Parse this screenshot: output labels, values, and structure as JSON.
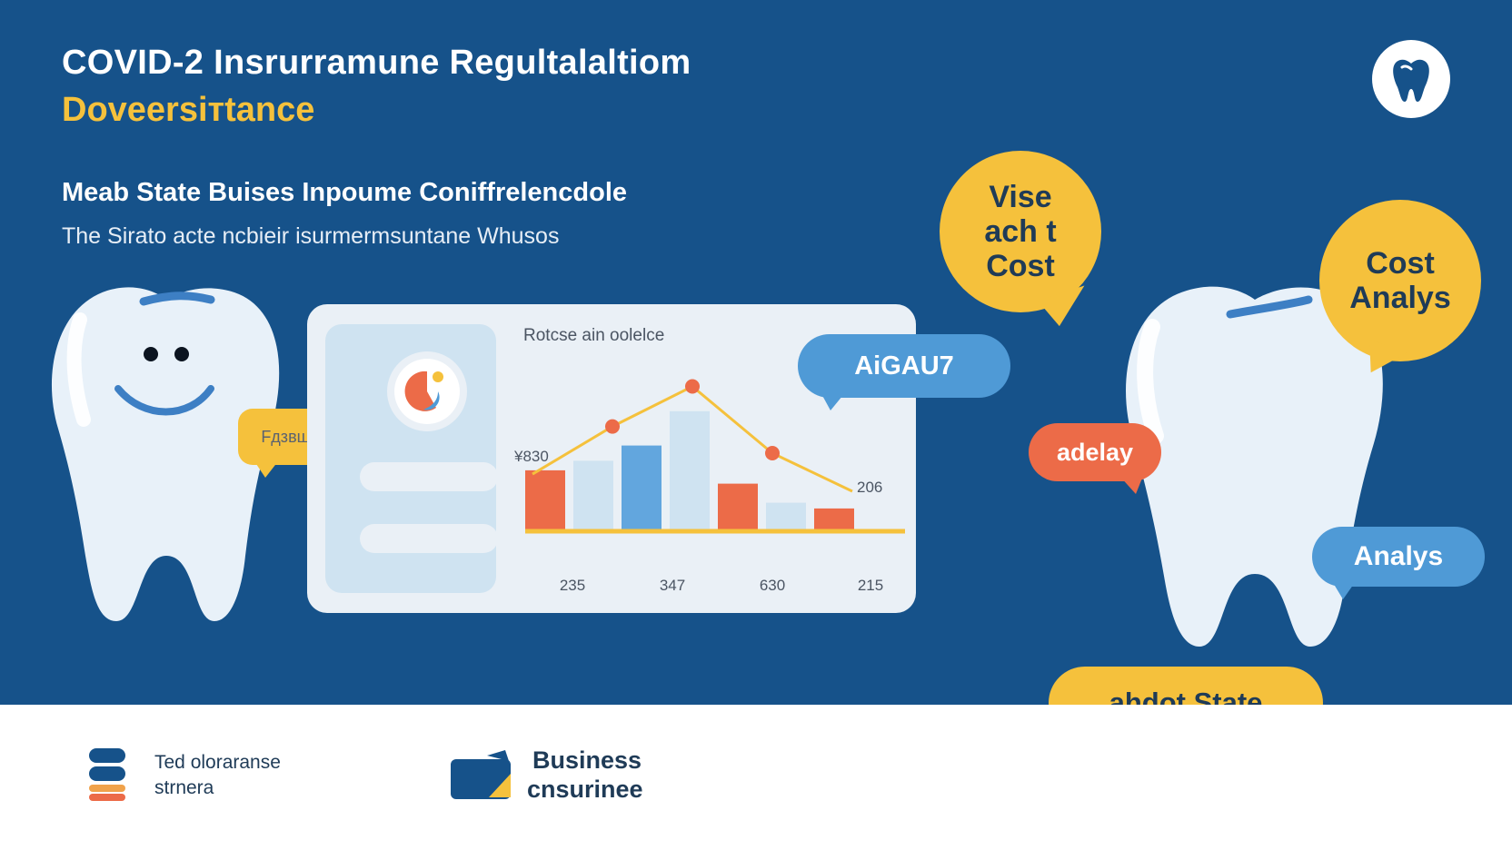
{
  "header": {
    "title_line1": "COVID-2  Insrurramune Regultalaltiom",
    "title_line2": "Doveersiтtance",
    "subheading": "Meab State Buises Inpoume Coniffrelencdole",
    "subtext": "The Sirato acte ncbieir isurmermsuntane Whusos"
  },
  "left_tooth": {
    "bubble_label": "Fдзвшив"
  },
  "dashboard": {
    "chart_title": "Rotcse ain oolelce",
    "y_label": "¥830",
    "end_label": "206"
  },
  "chart_data": {
    "type": "bar",
    "categories": [
      "235",
      "347",
      "630",
      "215"
    ],
    "x_tick_labels": [
      "235",
      "347",
      "630",
      "215"
    ],
    "series": [
      {
        "values": [
          62,
          72,
          88,
          124,
          48,
          28,
          22
        ]
      }
    ],
    "bar_colors": [
      "#ec6b48",
      "#cfe3f1",
      "#62a6de",
      "#cfe3f1",
      "#ec6b48",
      "#cfe3f1",
      "#ec6b48"
    ],
    "line": {
      "values": [
        58,
        108,
        150,
        80,
        40
      ],
      "color": "#f5c13c",
      "point_color": "#ec6b48"
    },
    "ylim": [
      0,
      160
    ],
    "grid": false
  },
  "bubbles": {
    "vise_cost": "Vise ach t Cost",
    "cost_analys": "Cost Analys",
    "aigau": "AiGAU7",
    "adelay": "adelay",
    "analys": "Analys",
    "shdot_state": "ahdot State"
  },
  "footer": {
    "item1_line1": "Ted oloraranse",
    "item1_line2": "strnera",
    "item2_line1": "Business",
    "item2_line2": "cnsurinee"
  },
  "colors": {
    "background": "#16528a",
    "accent_yellow": "#f5c13c",
    "accent_blue": "#4f9ad6",
    "accent_orange": "#ec6b48",
    "tooth": "#e8f1f9"
  }
}
